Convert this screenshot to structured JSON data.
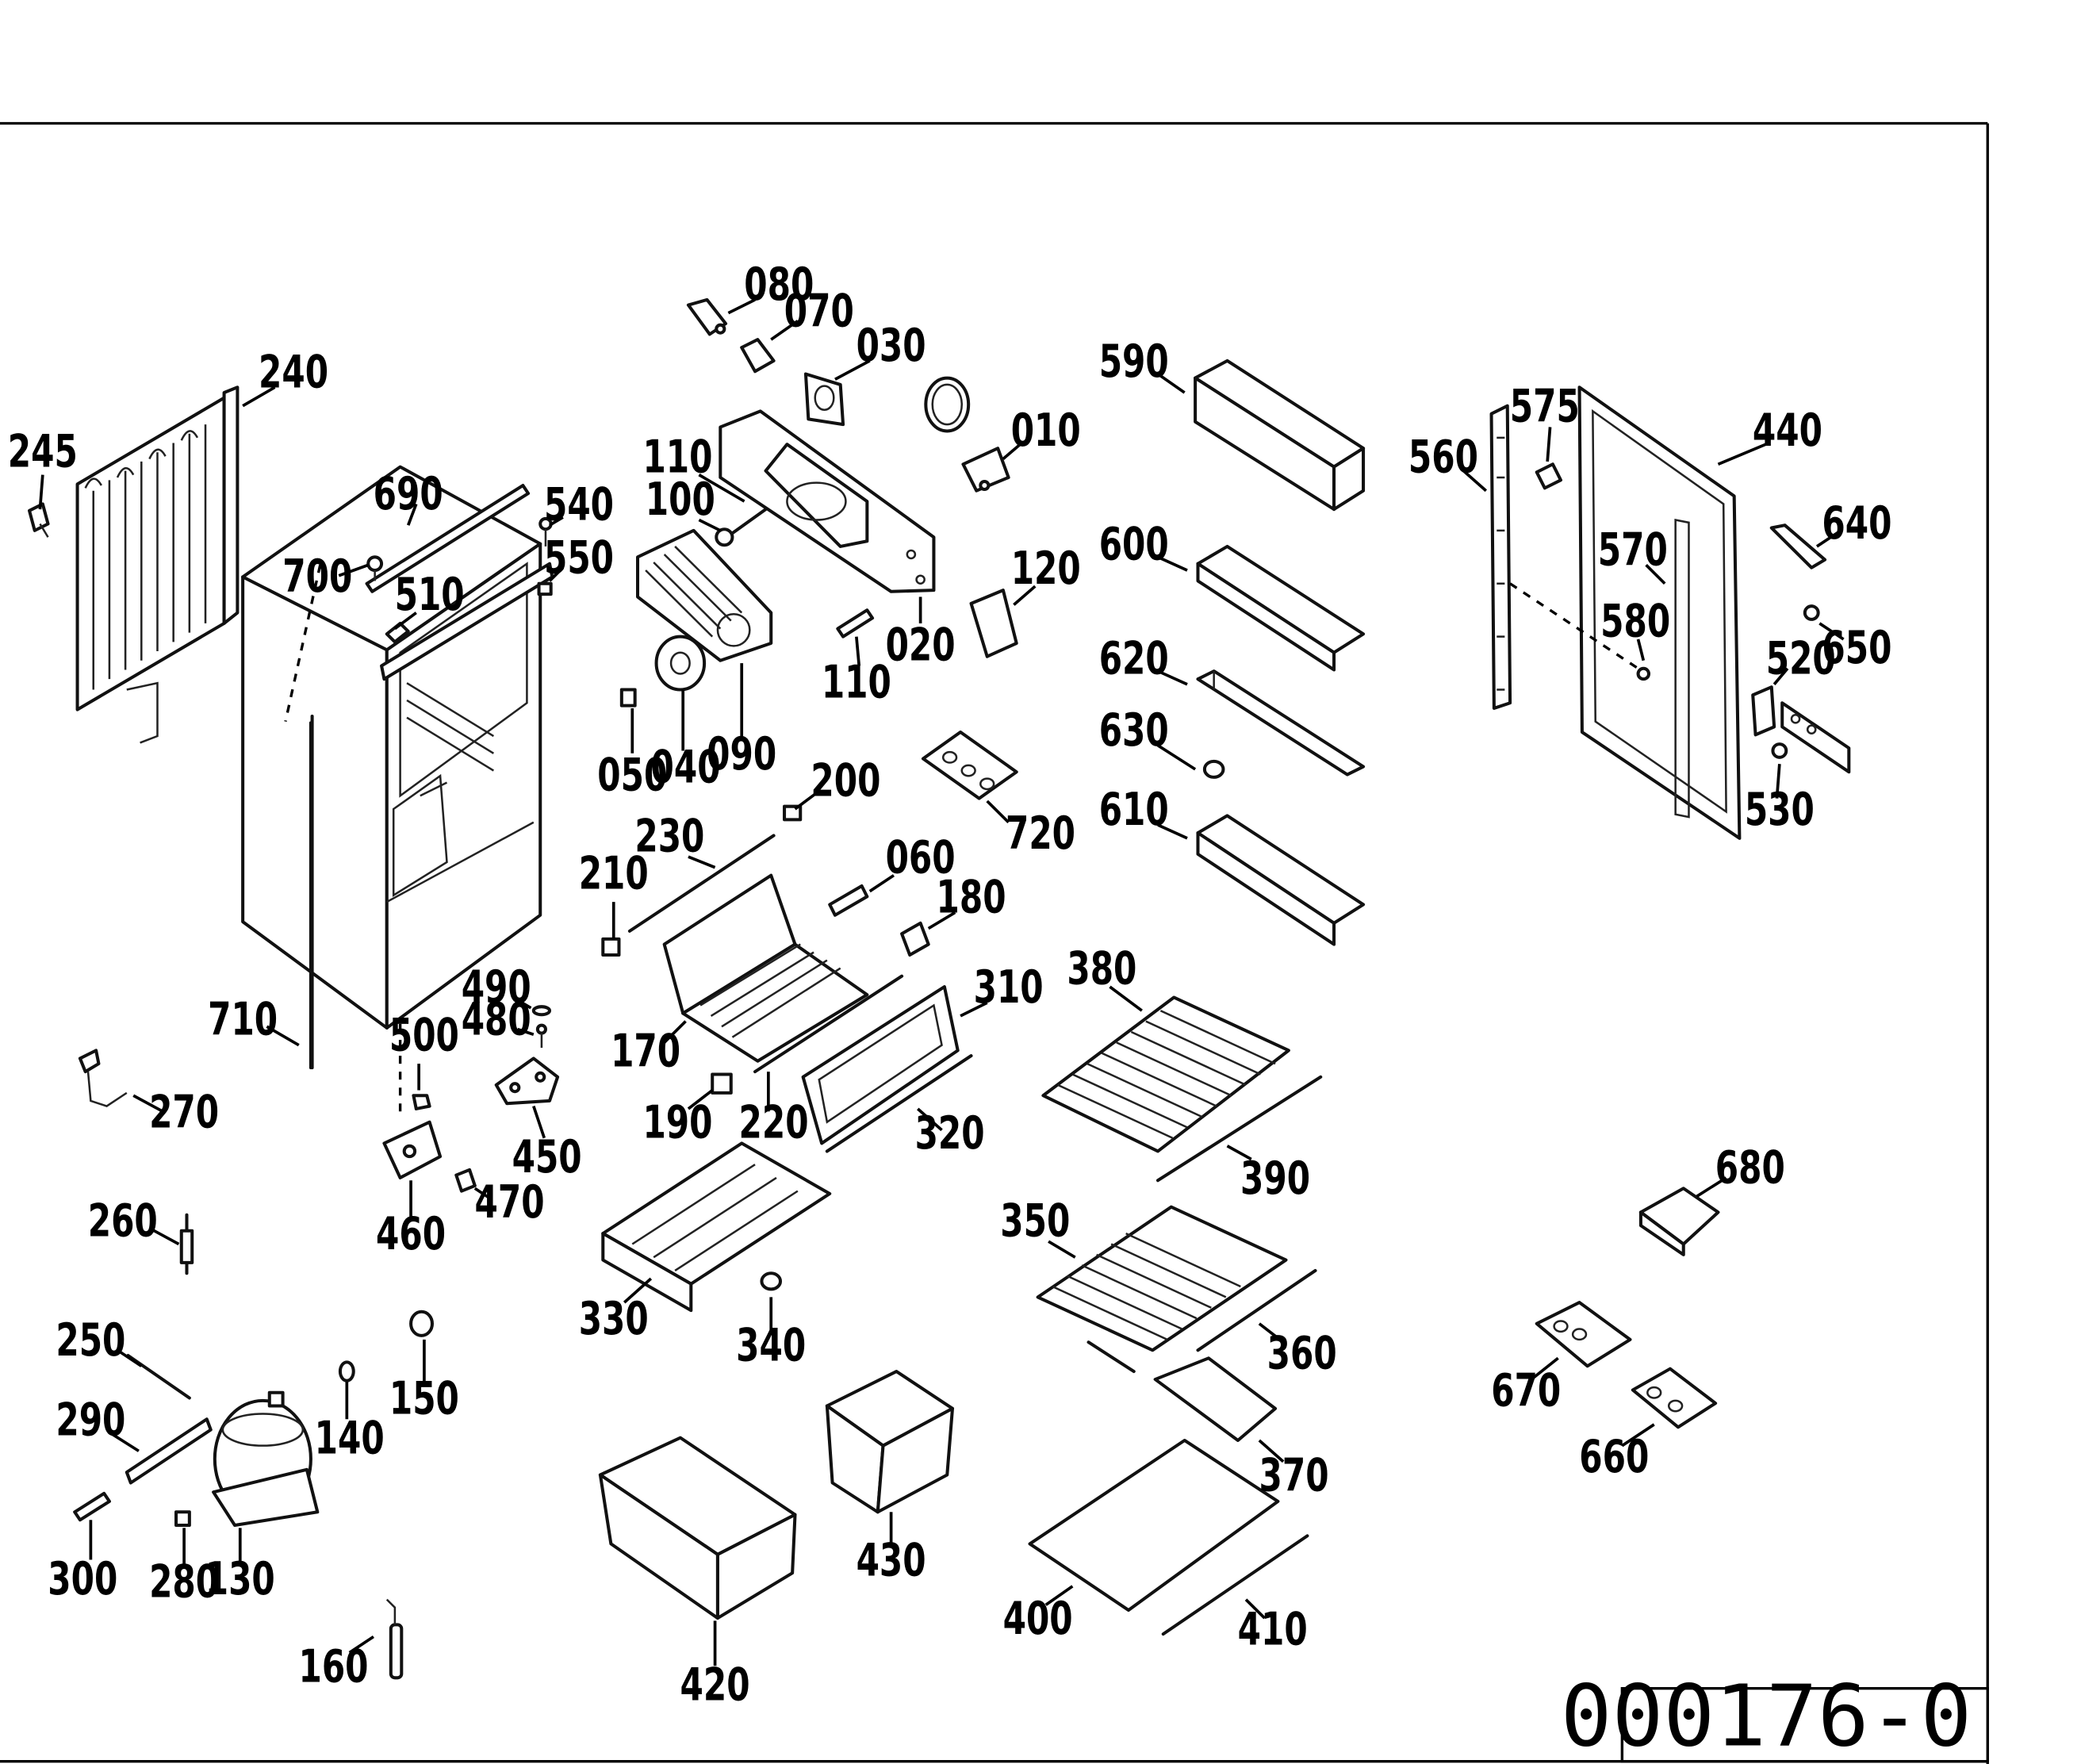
{
  "diagram_id": "000176-0",
  "part_labels": {
    "p010": "010",
    "p020": "020",
    "p030": "030",
    "p040": "040",
    "p050": "050",
    "p060": "060",
    "p070": "070",
    "p080": "080",
    "p090": "090",
    "p100": "100",
    "p110a": "110",
    "p110b": "110",
    "p120": "120",
    "p130": "130",
    "p140": "140",
    "p150": "150",
    "p160": "160",
    "p170": "170",
    "p180": "180",
    "p190": "190",
    "p200": "200",
    "p210": "210",
    "p220": "220",
    "p230": "230",
    "p240": "240",
    "p245": "245",
    "p250": "250",
    "p260": "260",
    "p270": "270",
    "p280": "280",
    "p290": "290",
    "p300": "300",
    "p310": "310",
    "p320": "320",
    "p330": "330",
    "p340": "340",
    "p350": "350",
    "p360": "360",
    "p370": "370",
    "p380": "380",
    "p390": "390",
    "p400": "400",
    "p410": "410",
    "p420": "420",
    "p430": "430",
    "p440": "440",
    "p450": "450",
    "p460": "460",
    "p470": "470",
    "p480": "480",
    "p490": "490",
    "p500": "500",
    "p510": "510",
    "p520": "520",
    "p530": "530",
    "p540": "540",
    "p550": "550",
    "p560": "560",
    "p570": "570",
    "p575": "575",
    "p580": "580",
    "p590": "590",
    "p600": "600",
    "p610": "610",
    "p620": "620",
    "p630": "630",
    "p640": "640",
    "p650": "650",
    "p660": "660",
    "p670": "670",
    "p680": "680",
    "p690": "690",
    "p700": "700",
    "p710": "710",
    "p720": "720"
  }
}
